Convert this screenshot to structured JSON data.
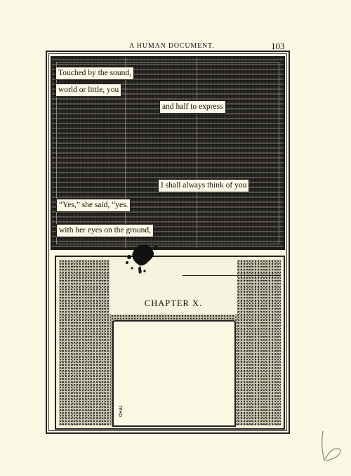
{
  "header": {
    "running_head": "A HUMAN DOCUMENT.",
    "page_number": "103"
  },
  "phrases": [
    "Touched by the sound,",
    "world or little, you",
    "and half to express",
    "I shall always think of you",
    "“Yes,” she said, “yes.",
    "with her eyes on the ground,"
  ],
  "chapter": {
    "title": "CHAPTER X.",
    "box_label": "CHAI"
  },
  "icons": {
    "ink_blot": "ink-splatter",
    "pencil_mark": "pencil-scribble"
  },
  "colors": {
    "paper": "#fbf8e4",
    "ink": "#111111"
  }
}
